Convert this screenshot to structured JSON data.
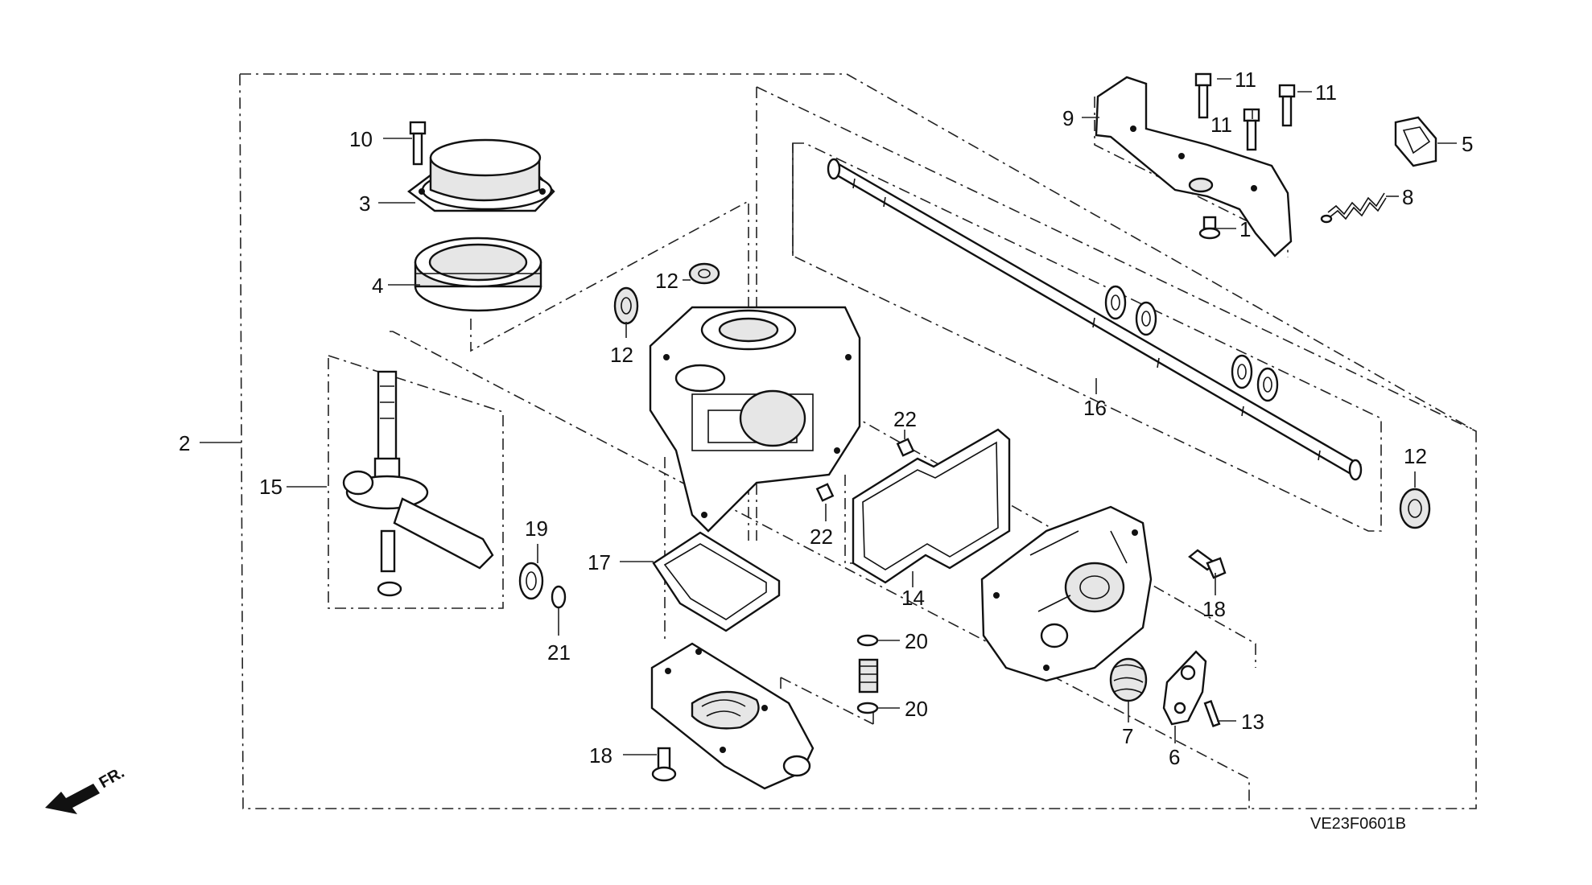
{
  "diagram": {
    "code": "VE23F0601B",
    "direction": "FR.",
    "callouts": [
      {
        "id": "c1",
        "text": "1"
      },
      {
        "id": "c2",
        "text": "2"
      },
      {
        "id": "c3",
        "text": "3"
      },
      {
        "id": "c4",
        "text": "4"
      },
      {
        "id": "c5",
        "text": "5"
      },
      {
        "id": "c6",
        "text": "6"
      },
      {
        "id": "c7",
        "text": "7"
      },
      {
        "id": "c8",
        "text": "8"
      },
      {
        "id": "c9",
        "text": "9"
      },
      {
        "id": "c10",
        "text": "10"
      },
      {
        "id": "c11a",
        "text": "11"
      },
      {
        "id": "c11b",
        "text": "11"
      },
      {
        "id": "c11c",
        "text": "11"
      },
      {
        "id": "c12a",
        "text": "12"
      },
      {
        "id": "c12b",
        "text": "12"
      },
      {
        "id": "c12c",
        "text": "12"
      },
      {
        "id": "c13",
        "text": "13"
      },
      {
        "id": "c14",
        "text": "14"
      },
      {
        "id": "c15",
        "text": "15"
      },
      {
        "id": "c16",
        "text": "16"
      },
      {
        "id": "c17",
        "text": "17"
      },
      {
        "id": "c18a",
        "text": "18"
      },
      {
        "id": "c18b",
        "text": "18"
      },
      {
        "id": "c19",
        "text": "19"
      },
      {
        "id": "c20a",
        "text": "20"
      },
      {
        "id": "c20b",
        "text": "20"
      },
      {
        "id": "c21",
        "text": "21"
      },
      {
        "id": "c22a",
        "text": "22"
      },
      {
        "id": "c22b",
        "text": "22"
      }
    ]
  }
}
